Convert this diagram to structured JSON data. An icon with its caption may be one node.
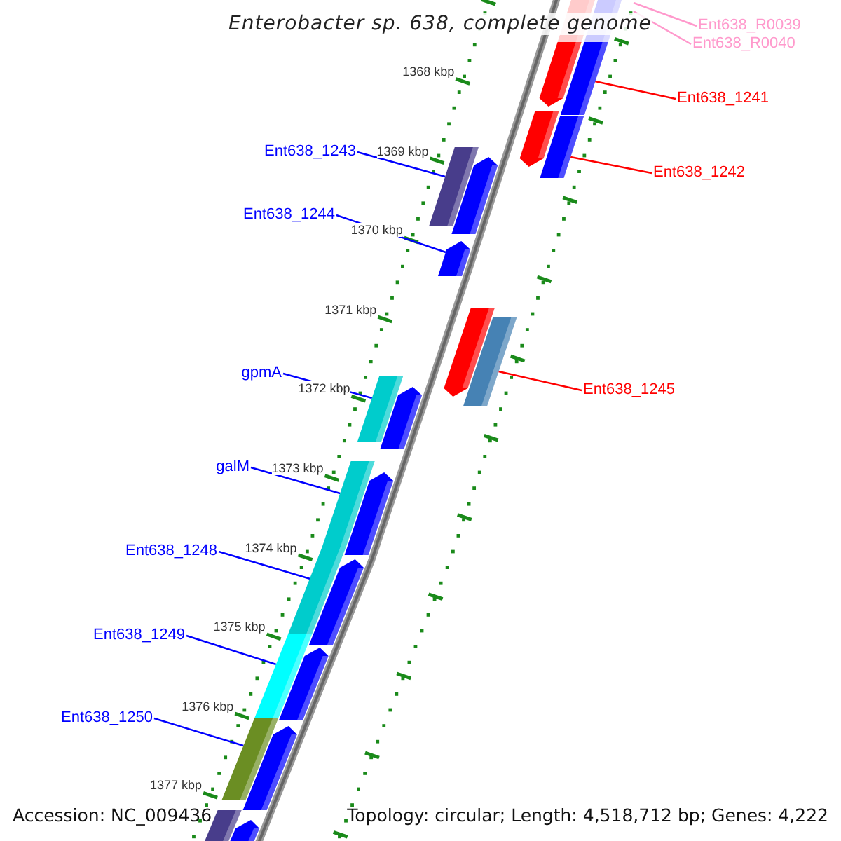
{
  "diagram": {
    "title": "Enterobacter sp. 638, complete genome",
    "nodes": [
      {
        "text": [
          "Ent638_R0039"
        ]
      },
      {
        "text": [
          "Ent638_R0040"
        ]
      },
      {
        "text": [
          "Ent638_1241"
        ]
      },
      {
        "text": [
          "Ent638_1243"
        ]
      },
      {
        "text": [
          "Ent638_1242"
        ]
      },
      {
        "text": [
          "Ent638_1244"
        ]
      },
      {
        "text": [
          "gpmA"
        ]
      },
      {
        "text": [
          "Ent638_1245"
        ]
      },
      {
        "text": [
          "galM"
        ]
      },
      {
        "text": [
          "Ent638_1248"
        ]
      },
      {
        "text": [
          "Ent638_1249"
        ]
      },
      {
        "text": [
          "Ent638_1250"
        ]
      },
      {
        "text": [],
        "shape": "bar"
      },
      {
        "text": [],
        "shape": "bar"
      },
      {
        "text": [],
        "shape": "bar"
      },
      {
        "text": [],
        "shape": "bar"
      },
      {
        "text": [],
        "shape": "bar"
      },
      {
        "text": [],
        "shape": "bar"
      },
      {
        "text": [],
        "shape": "bar"
      },
      {
        "text": [],
        "shape": "bar"
      },
      {
        "text": [],
        "shape": "bar"
      },
      {
        "text": [],
        "shape": "bar"
      }
    ],
    "edges": [
      {
        "from": 0,
        "to": null,
        "arrow": "none",
        "color": "#ff99cc"
      },
      {
        "from": 1,
        "to": null,
        "arrow": "none",
        "color": "#ff99cc"
      },
      {
        "from": 2,
        "to": 12,
        "arrow": "none",
        "color": "#ff0000"
      },
      {
        "from": 3,
        "to": 14,
        "arrow": "none"
      },
      {
        "from": 4,
        "to": 13,
        "arrow": "none",
        "color": "#ff0000"
      },
      {
        "from": 5,
        "to": 15,
        "arrow": "none"
      },
      {
        "from": 6,
        "to": 17,
        "arrow": "none"
      },
      {
        "from": 7,
        "to": 16,
        "arrow": "none",
        "color": "#ff0000"
      },
      {
        "from": 8,
        "to": 18,
        "arrow": "none"
      },
      {
        "from": 9,
        "to": 19,
        "arrow": "none"
      },
      {
        "from": 10,
        "to": 20,
        "arrow": "none"
      },
      {
        "from": 11,
        "to": 21,
        "arrow": "none"
      }
    ],
    "labels": [
      "1368 kbp",
      "1369 kbp",
      "1370 kbp",
      "1371 kbp",
      "1372 kbp",
      "1373 kbp",
      "1374 kbp",
      "1375 kbp",
      "1376 kbp",
      "1377 kbp",
      "Accession: NC_009436",
      "Topology: circular; Length: 4,518,712 bp; Genes: 4,222"
    ]
  }
}
